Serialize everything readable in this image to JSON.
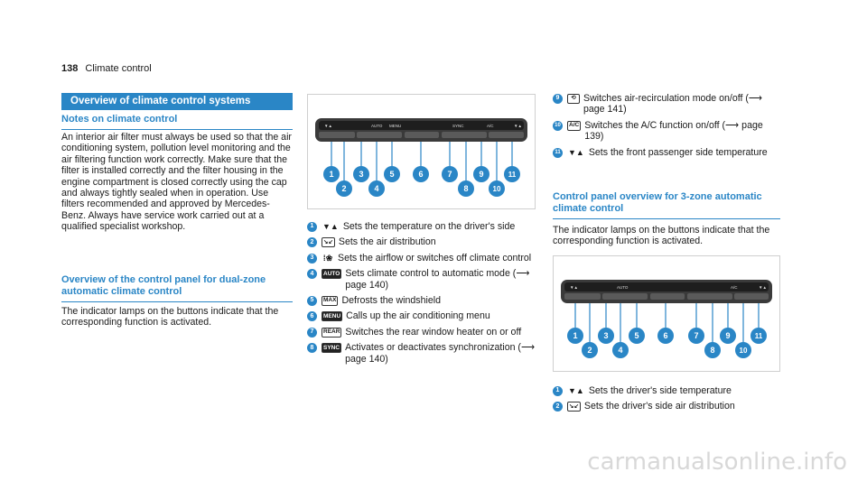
{
  "header": {
    "page_number": "138",
    "section": "Climate control"
  },
  "left": {
    "banner": "Overview of climate control systems",
    "notes_heading": "Notes on climate control",
    "notes_text": "An interior air filter must always be used so that the air conditioning system, pollution level monitoring and the air filtering function work correctly. Make sure that the filter is installed correctly and the filter housing in the engine compartment is closed correctly using the cap and always tightly sealed when in operation. Use filters recommended and approved by Mercedes-Benz. Always have service work carried out at a qualified specialist workshop.",
    "overview_heading": "Overview of the control panel for dual-zone automatic climate control",
    "overview_text": "The indicator lamps on the buttons indicate that the corresponding function is activated."
  },
  "figure": {
    "panel_labels": [
      "AUTO",
      "MENU",
      "SYNC",
      "A/C"
    ],
    "callouts_top": [
      "1",
      "3",
      "5",
      "6",
      "7",
      "9",
      "11"
    ],
    "callouts_bottom": [
      "2",
      "4",
      "8",
      "10"
    ]
  },
  "middle_items": [
    {
      "num": "1",
      "icon": "▼▲",
      "text": "Sets the temperature on the driver's side"
    },
    {
      "num": "2",
      "icon": "↘↙",
      "text": "Sets the air distribution"
    },
    {
      "num": "3",
      "icon": "⁞❀",
      "text": "Sets the airflow or switches off climate control"
    },
    {
      "num": "4",
      "icon": "AUTO",
      "text": "Sets climate control to automatic mode (⟶ page 140)"
    },
    {
      "num": "5",
      "icon": "MAX",
      "text": "Defrosts the windshield"
    },
    {
      "num": "6",
      "icon": "MENU",
      "text": "Calls up the air conditioning menu"
    },
    {
      "num": "7",
      "icon": "REAR",
      "text": "Switches the rear window heater on or off"
    },
    {
      "num": "8",
      "icon": "SYNC",
      "text": "Activates or deactivates synchronization (⟶ page 140)"
    }
  ],
  "right_items": [
    {
      "num": "9",
      "icon": "⟲",
      "text": "Switches air-recirculation mode on/off (⟶ page 141)"
    },
    {
      "num": "10",
      "icon": "A/C",
      "text": "Switches the A/C function on/off (⟶ page 139)"
    },
    {
      "num": "11",
      "icon": "▼▲",
      "text": "Sets the front passenger side temperature"
    }
  ],
  "right": {
    "heading": "Control panel overview for 3-zone automatic climate control",
    "text": "The indicator lamps on the buttons indicate that the corresponding function is activated."
  },
  "right_items_2": [
    {
      "num": "1",
      "icon": "▼▲",
      "text": "Sets the driver's side temperature"
    },
    {
      "num": "2",
      "icon": "↘↙",
      "text": "Sets the driver's side air distribution"
    }
  ],
  "watermark": "carmanualsonline.info"
}
